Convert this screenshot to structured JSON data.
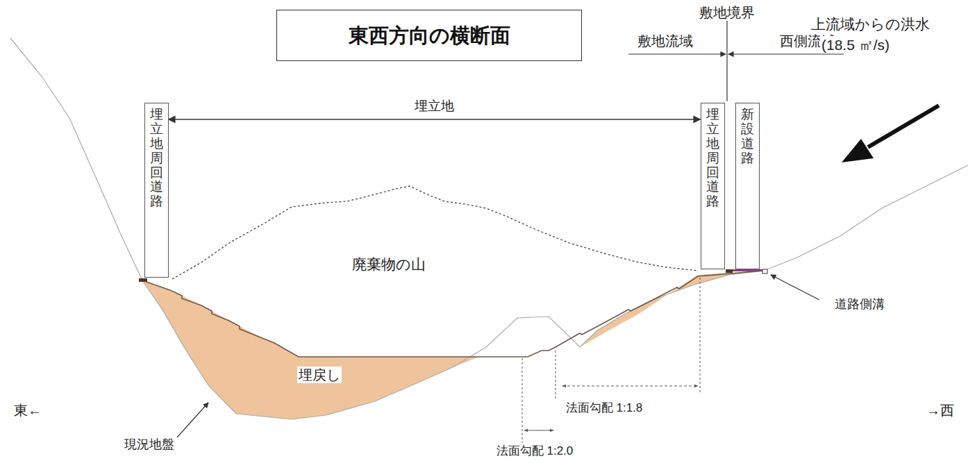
{
  "diagram": {
    "title": "東西方向の横断面",
    "nodes": [
      {
        "text": [
          "埋立地周回道路"
        ]
      },
      {
        "text": [
          "埋立地周回道路"
        ]
      },
      {
        "text": [
          "新設道路"
        ]
      }
    ],
    "edges": [
      {
        "from": 0,
        "to": 1,
        "label": "埋立地",
        "arrow": "both"
      }
    ],
    "labels": [
      "敷地境界",
      "敷地流域",
      "西側流域",
      "上流域からの洪水",
      "(18.5 ㎡/s)",
      "廃棄物の山",
      "埋戻し",
      "現況地盤",
      "道路側溝",
      "東←",
      "→西",
      "法面勾配 1:1.8",
      "法面勾配 1:2.0"
    ]
  }
}
